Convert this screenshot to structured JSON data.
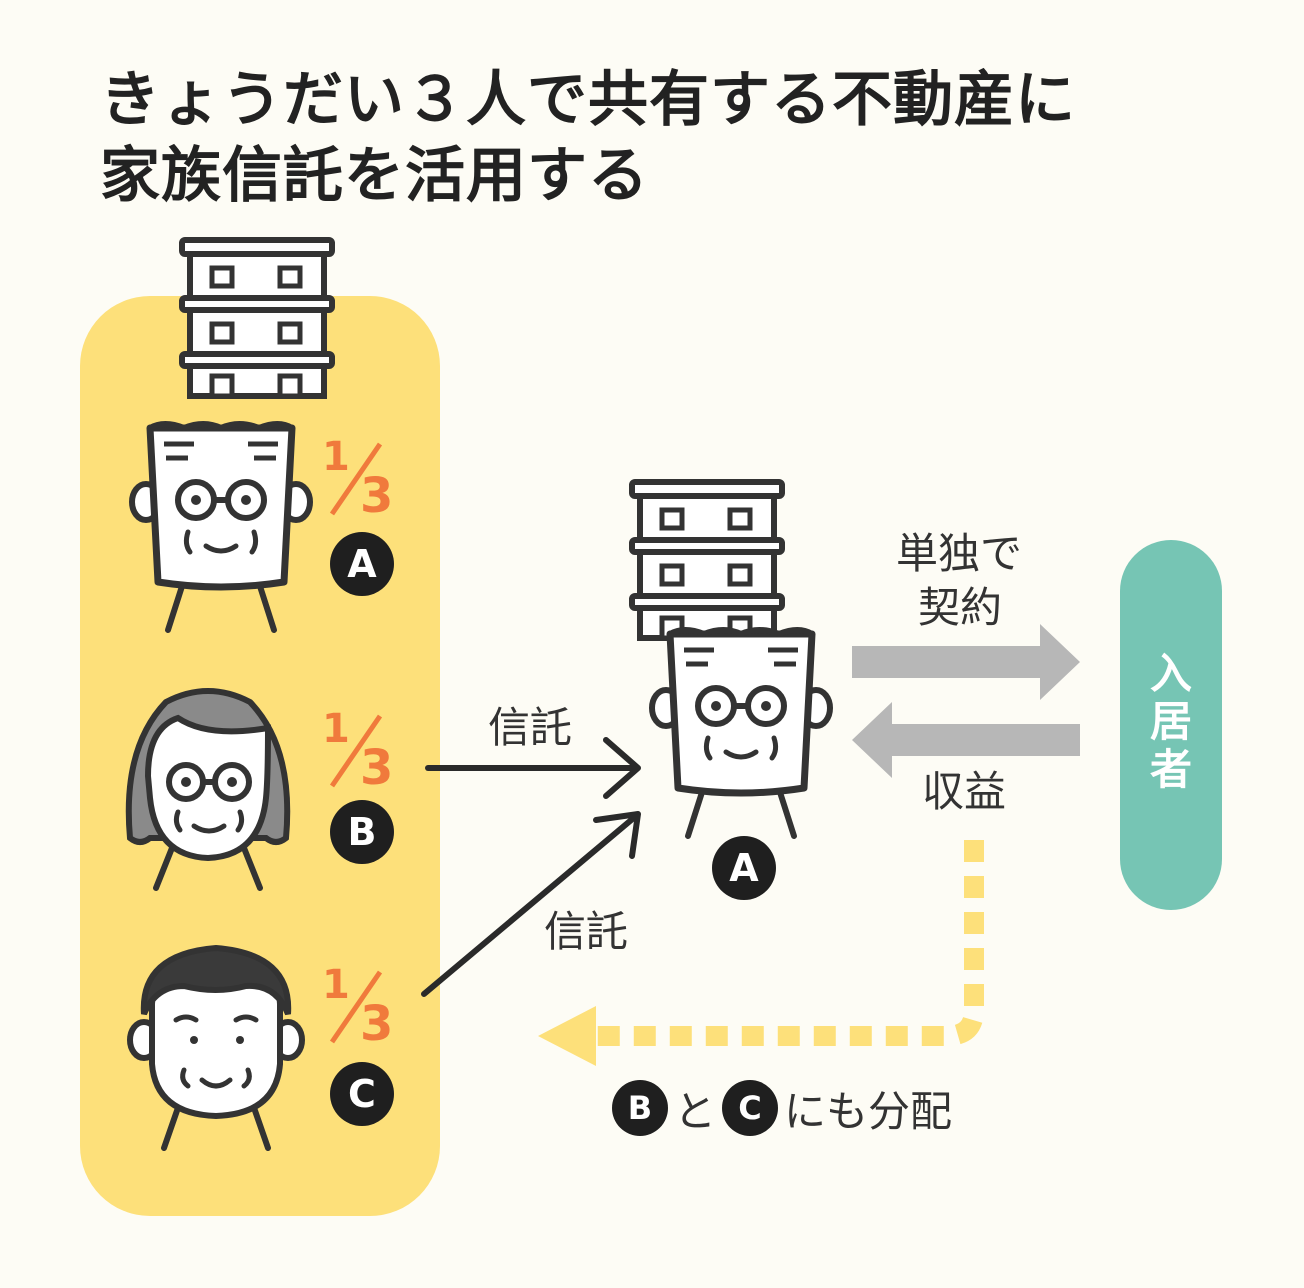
{
  "title": {
    "line1": "きょうだい３人で共有する不動産に",
    "line2": "家族信託を活用する"
  },
  "owners": {
    "share_a": {
      "num": "1",
      "den": "3"
    },
    "share_b": {
      "num": "1",
      "den": "3"
    },
    "share_c": {
      "num": "1",
      "den": "3"
    },
    "badge_a": "A",
    "badge_b": "B",
    "badge_c": "C"
  },
  "trustee": {
    "badge": "A"
  },
  "arrows": {
    "trust_from_b": "信託",
    "trust_from_c": "信託",
    "contract_line1": "単独で",
    "contract_line2": "契約",
    "income": "収益"
  },
  "tenant": {
    "chars": [
      "入",
      "居",
      "者"
    ]
  },
  "distribution": {
    "badge_b": "B",
    "connector": "と",
    "badge_c": "C",
    "text": "にも分配"
  },
  "colors": {
    "panel": "#fde07a",
    "fraction": "#f07a3c",
    "tenant": "#76c5b4",
    "gray_arrow": "#b7b7b7",
    "dashed_arrow": "#fde07a",
    "line": "#2a2a2a"
  }
}
